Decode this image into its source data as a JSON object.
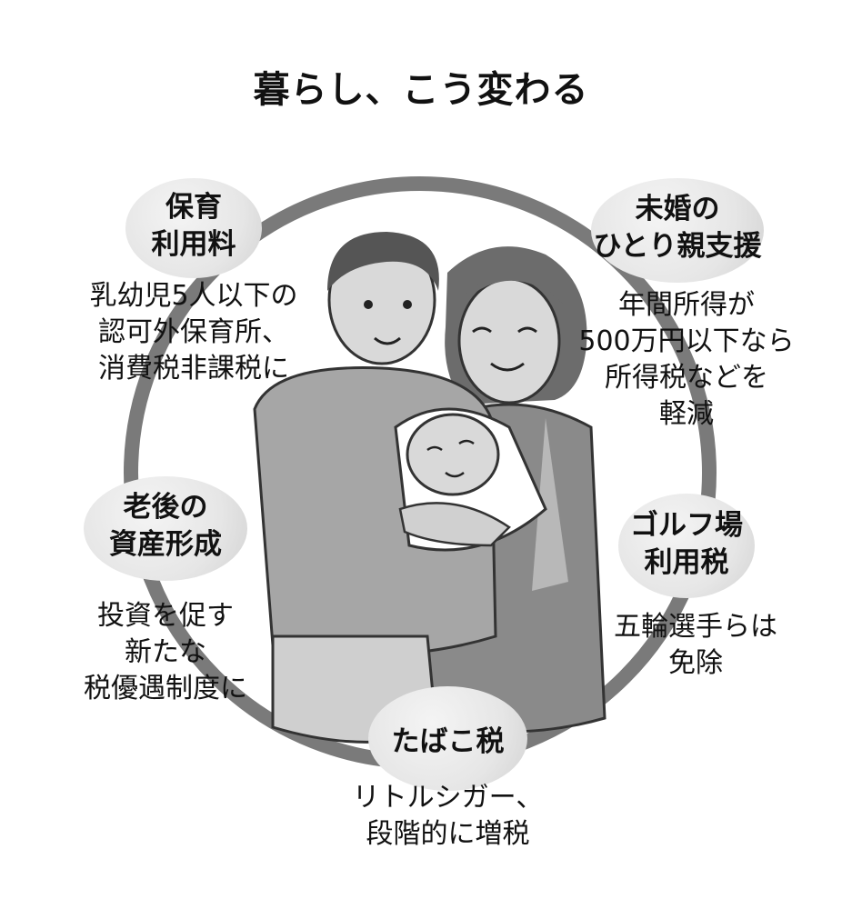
{
  "title": "暮らし、こう変わる",
  "items": [
    {
      "head": [
        "保育",
        "利用料"
      ],
      "body": [
        "乳幼児5人以下の",
        "認可外保育所、",
        "消費税非課税に"
      ]
    },
    {
      "head": [
        "未婚の",
        "ひとり親支援"
      ],
      "body": [
        "年間所得が",
        "500万円以下なら",
        "所得税などを",
        "軽減"
      ]
    },
    {
      "head": [
        "老後の",
        "資産形成"
      ],
      "body": [
        "投資を促す",
        "新たな",
        "税優遇制度に"
      ]
    },
    {
      "head": [
        "ゴルフ場",
        "利用税"
      ],
      "body": [
        "五輪選手らは",
        "免除"
      ]
    },
    {
      "head": [
        "たばこ税"
      ],
      "body": [
        "リトルシガー、",
        "段階的に増税"
      ]
    }
  ],
  "colors": {
    "ring": "#777777",
    "bubble": "#e6e6e6",
    "illustration": "#9a9a9a"
  }
}
